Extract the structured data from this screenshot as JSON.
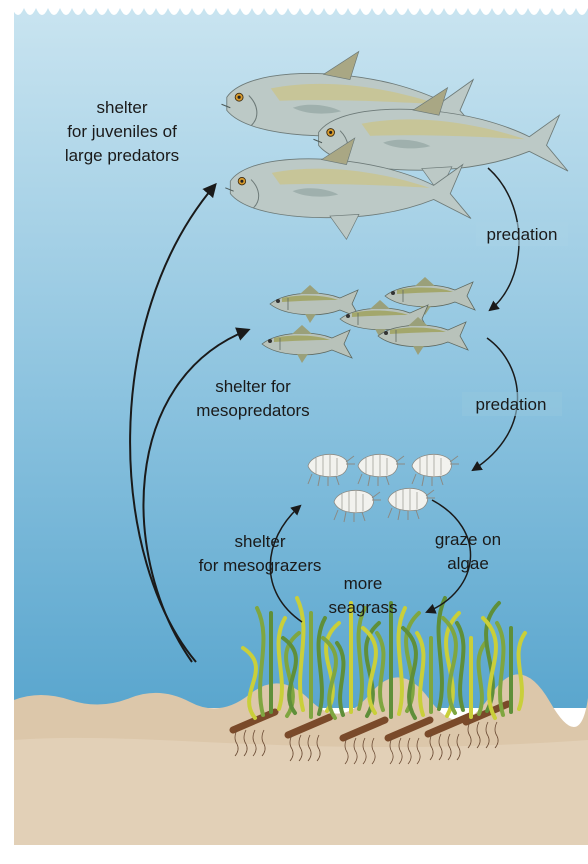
{
  "labels": {
    "shelter_large_1": "shelter",
    "shelter_large_2": "for juveniles of",
    "shelter_large_3": "large predators",
    "predation_1": "predation",
    "predation_2": "predation",
    "shelter_meso_1": "shelter for",
    "shelter_meso_2": "mesopredators",
    "shelter_grazers_1": "shelter",
    "shelter_grazers_2": "for mesograzers",
    "graze_1": "graze on",
    "graze_2": "algae",
    "more_seagrass_1": "more",
    "more_seagrass_2": "seagrass"
  },
  "colors": {
    "water_top": "#c8e3ef",
    "water_bottom": "#5fa9d0",
    "sediment": "#dcc8ac",
    "fish_body": "#b9c6c3",
    "fish_fin": "#a9a886",
    "seagrass": "#6f9a3c",
    "roots": "#7a4a2a",
    "arrow": "#1a1a1a"
  },
  "icons": [
    "large-predator-fish-icon",
    "mesopredator-fish-icon",
    "mesograzer-amphipod-icon",
    "seagrass-icon"
  ]
}
